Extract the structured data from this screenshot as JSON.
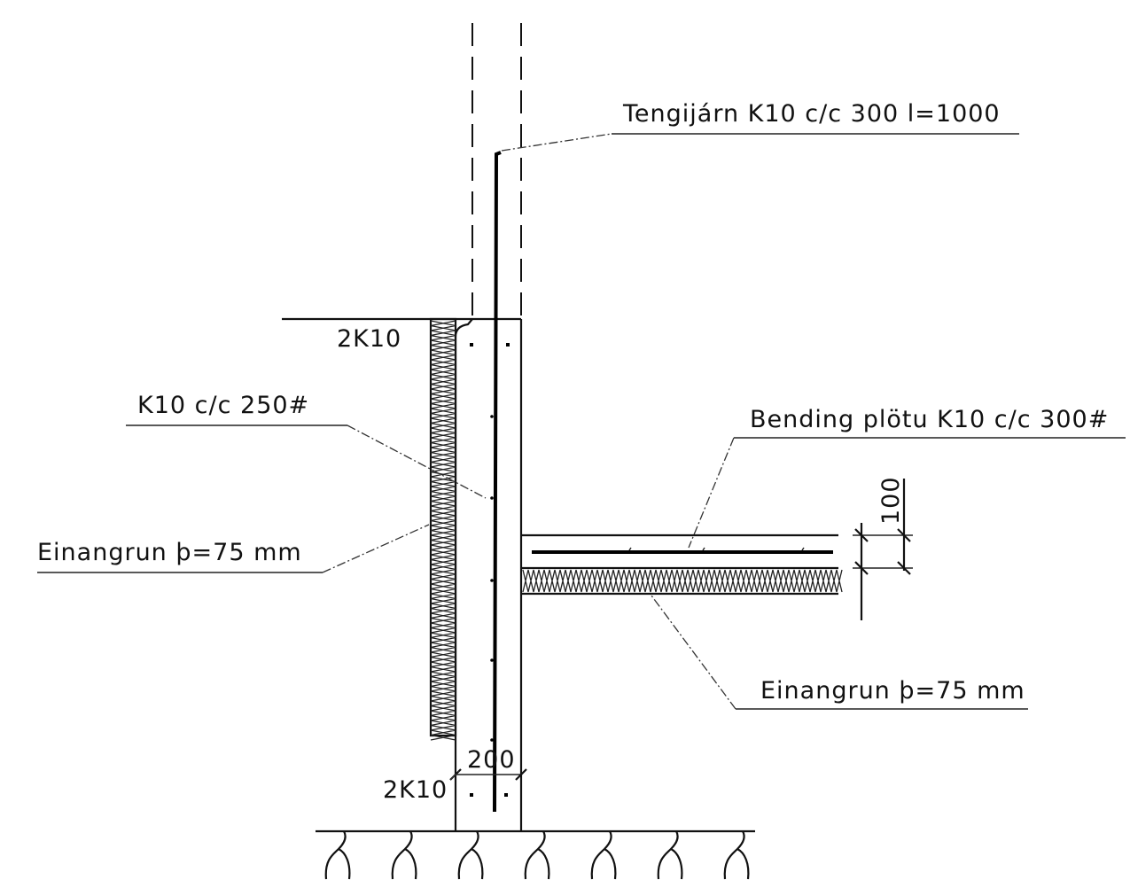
{
  "labels": {
    "tengijarn": "Tengijárn K10 c/c 300 l=1000",
    "top_bars": "2K10",
    "wall_rebar": "K10 c/c 250#",
    "slab_rebar": "Bending plötu K10 c/c 300#",
    "dim_slab": "100",
    "wall_insulation": "Einangrun þ=75 mm",
    "slab_insulation": "Einangrun þ=75 mm",
    "dim_wall": "200",
    "bottom_bars": "2K10"
  },
  "colors": {
    "ink": "#111111",
    "background": "#ffffff"
  }
}
